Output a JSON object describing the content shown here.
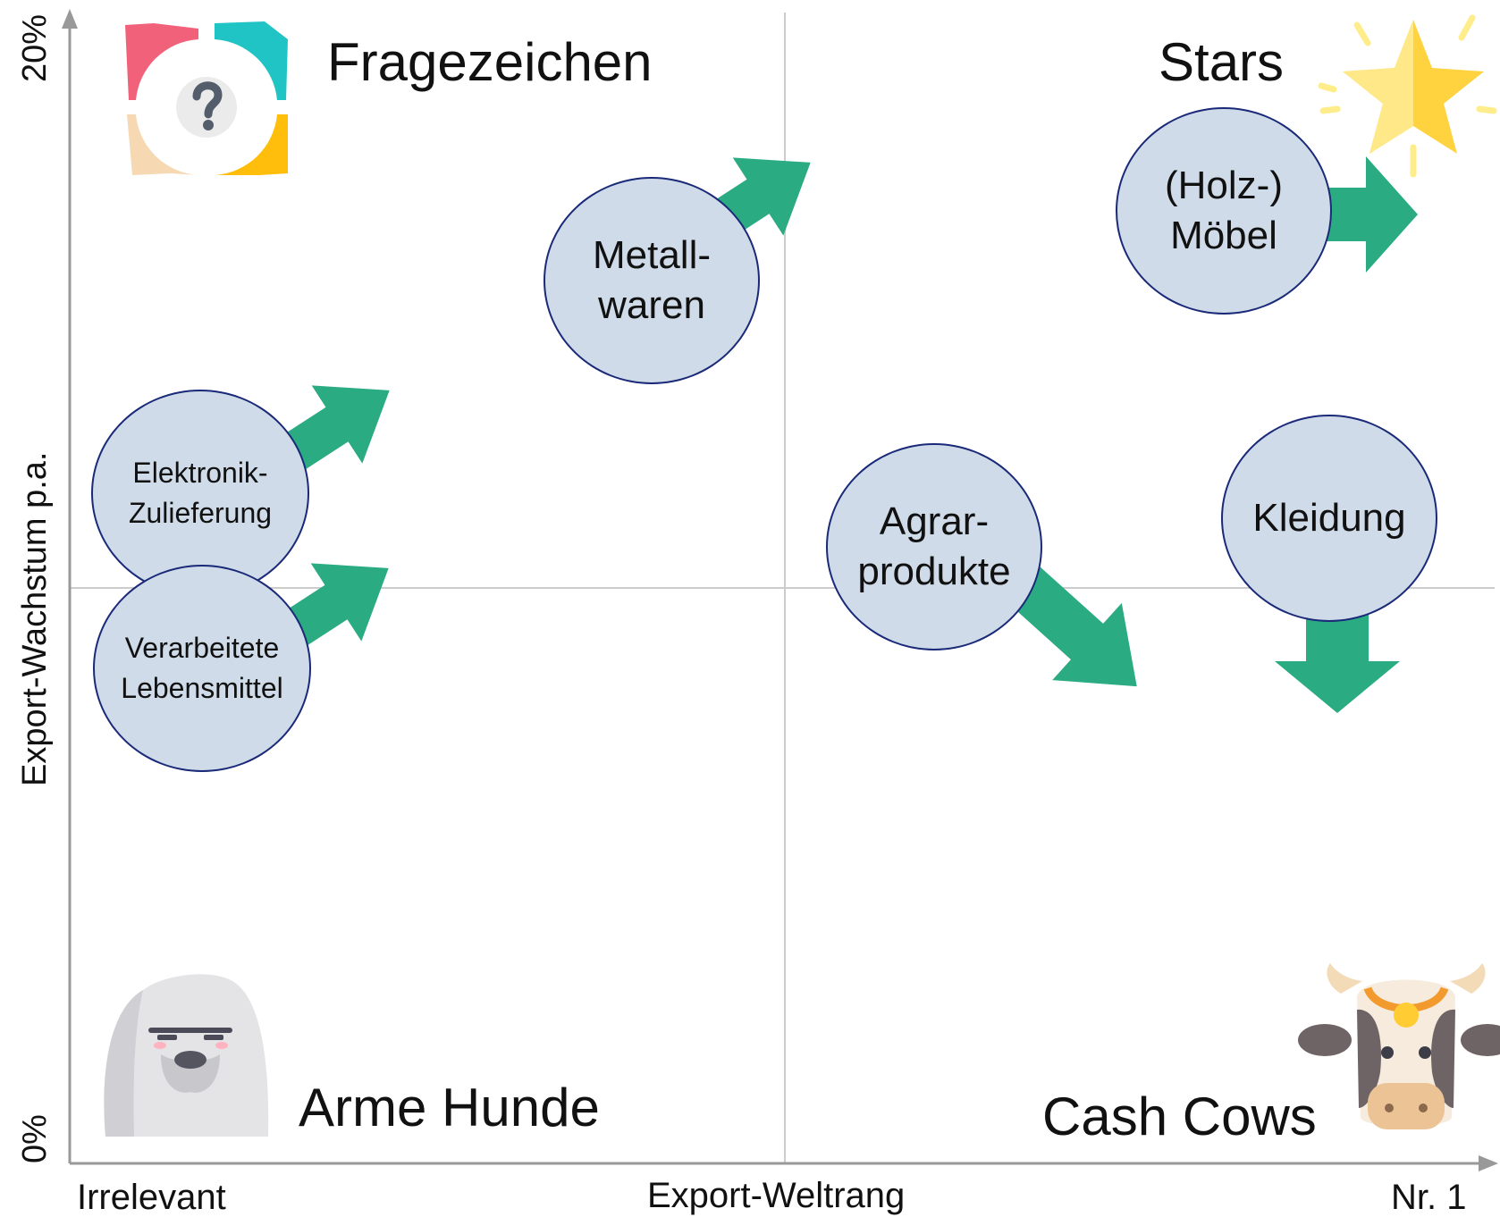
{
  "axes": {
    "y_label": "Export-Wachstum p.a.",
    "y_top": "20%",
    "y_bottom": "0%",
    "x_label": "Export-Weltrang",
    "x_left": "Irrelevant",
    "x_right": "Nr. 1"
  },
  "quadrants": {
    "top_left": "Fragezeichen",
    "top_right": "Stars",
    "bottom_left": "Arme Hunde",
    "bottom_right": "Cash Cows"
  },
  "icons": {
    "top_left": "question-mark-arrows-icon",
    "top_right": "star-icon",
    "bottom_left": "dog-icon",
    "bottom_right": "cow-icon"
  },
  "items": [
    {
      "line1": "Metall-",
      "line2": "waren",
      "trend": "up-right"
    },
    {
      "line1": "(Holz-)",
      "line2": "Möbel",
      "trend": "right"
    },
    {
      "line1": "Elektronik-",
      "line2": "Zulieferung",
      "trend": "up-right"
    },
    {
      "line1": "Verarbeitete",
      "line2": "Lebensmittel",
      "trend": "up-right"
    },
    {
      "line1": "Agrar-",
      "line2": "produkte",
      "trend": "down-right"
    },
    {
      "line1": "Kleidung",
      "line2": "",
      "trend": "down"
    }
  ],
  "colors": {
    "bubble_fill": "#cfdbe8",
    "bubble_border": "#1a2a78",
    "arrow": "#2bab82",
    "grid": "#cccccc",
    "axis": "#999999"
  }
}
